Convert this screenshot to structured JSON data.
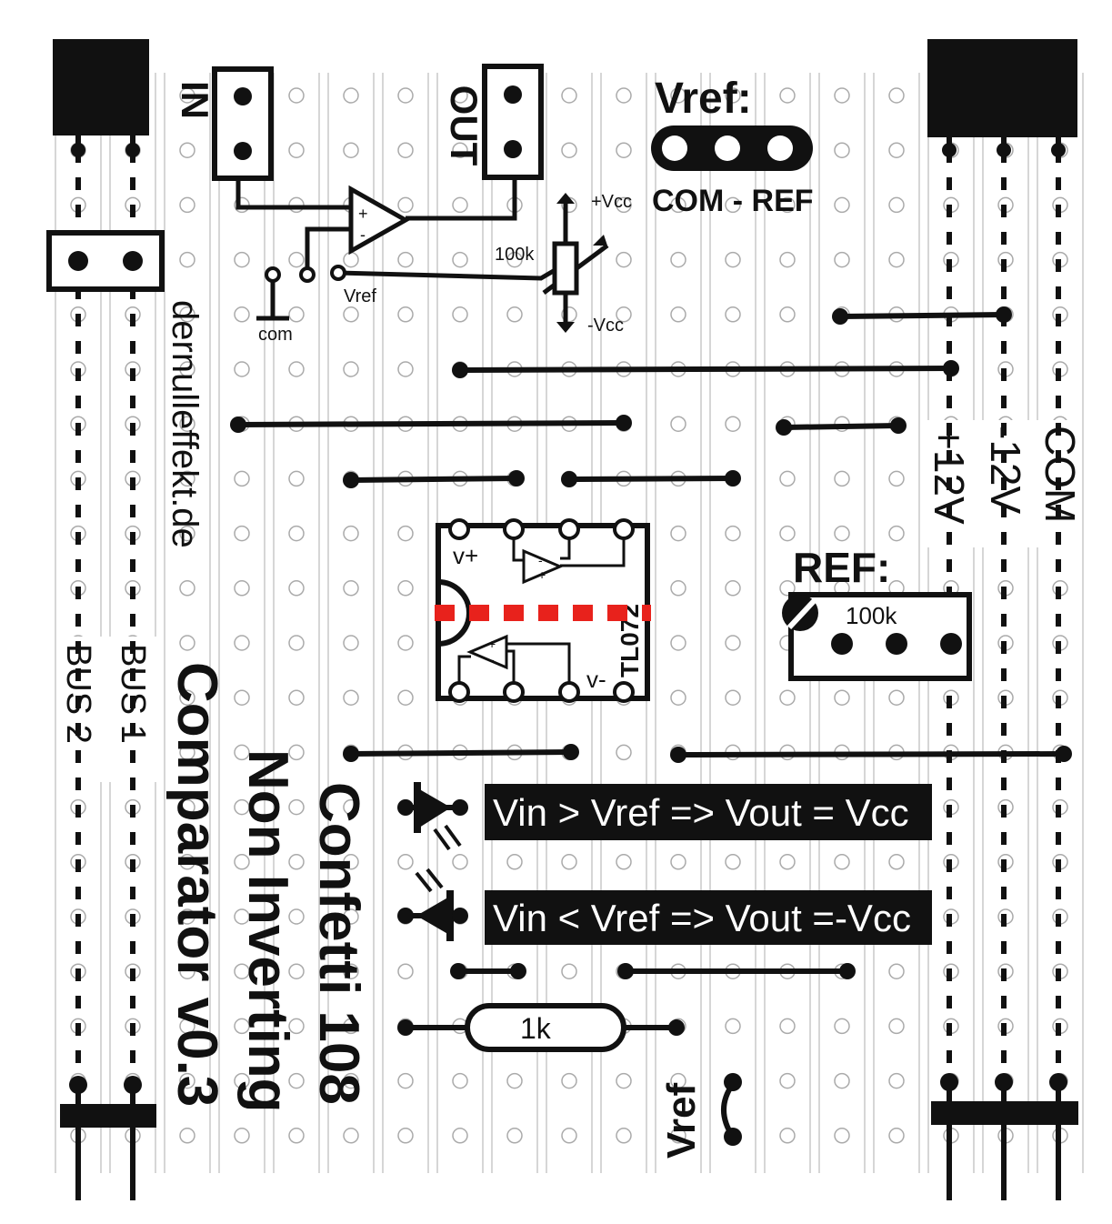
{
  "colors": {
    "ink": "#111111",
    "paper": "#ffffff",
    "stripe": "#c8c8c8",
    "hole": "#aaaaaa",
    "cut": "#e8221c"
  },
  "io": {
    "in_label": "IN",
    "out_label": "OUT"
  },
  "schematic": {
    "plus_vcc": "+Vcc",
    "minus_vcc": "-Vcc",
    "pot_value": "100k",
    "vref": "Vref",
    "com": "com",
    "opamp_plus": "+",
    "opamp_minus": "-"
  },
  "vref_jumper": {
    "title": "Vref:",
    "subtitle": "COM - REF"
  },
  "chip": {
    "name": "TL072",
    "vplus": "v+",
    "vminus": "v-"
  },
  "ref_trimmer": {
    "title": "REF:",
    "value": "100k"
  },
  "rails": {
    "plus12": "+12V",
    "minus12": "-12V",
    "com": "COM"
  },
  "buses": {
    "bus1": "BUS 1",
    "bus2": "BUS 2"
  },
  "credit": "dernulleffekt.de",
  "title": {
    "line1": "Confetti 108",
    "line2": "Non Inverting",
    "line3": "Comparator v0.3"
  },
  "led_rules": {
    "high": "Vin > Vref => Vout = Vcc",
    "low": "Vin < Vref => Vout =-Vcc"
  },
  "resistor": {
    "value": "1k"
  },
  "bottom_vref": "Vref"
}
